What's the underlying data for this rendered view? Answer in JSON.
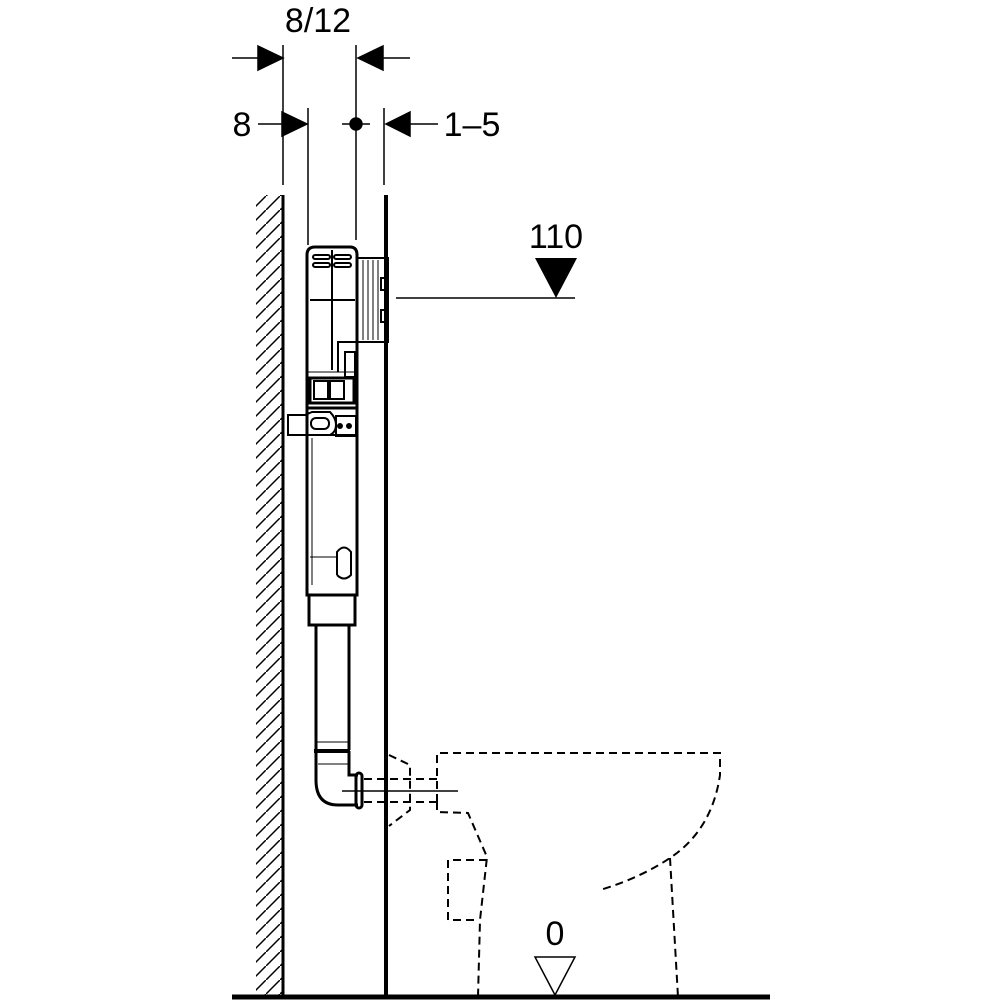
{
  "dimensions": {
    "top_width": "8/12",
    "left_offset": "8",
    "right_offset": "1–5",
    "height_mark": "110",
    "floor_mark": "0"
  },
  "colors": {
    "line": "#000000",
    "background": "#ffffff"
  }
}
